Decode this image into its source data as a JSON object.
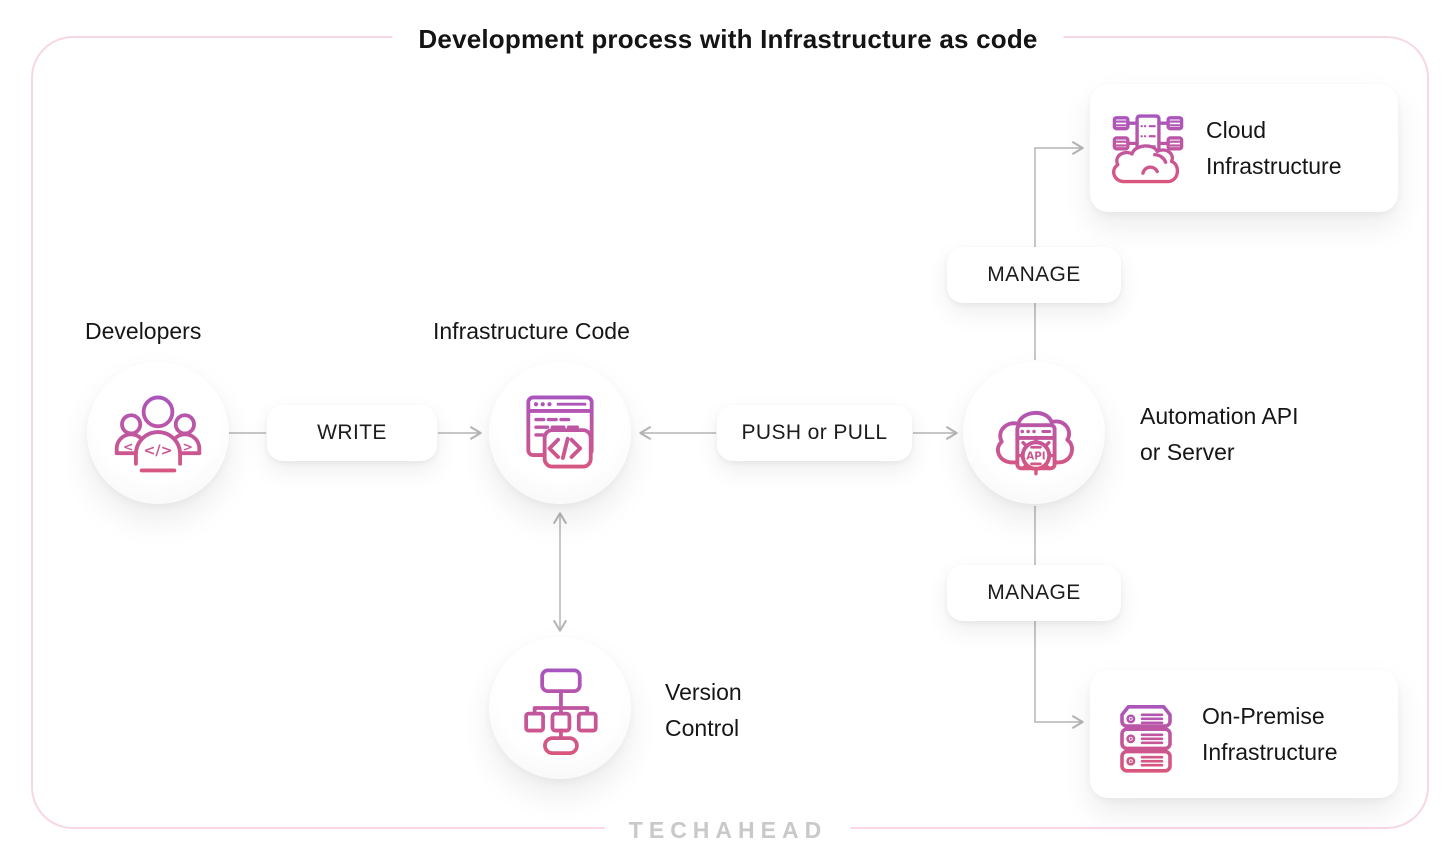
{
  "title": "Development process with Infrastructure as code",
  "watermark": "TECHAHEAD",
  "colors": {
    "gradient_top": "#a855c0",
    "gradient_bottom": "#d9577d",
    "frame_border": "#f7d8e2",
    "connector_gray": "#b5b5b5",
    "text_dark": "#161616",
    "watermark_gray": "#c9c9c9",
    "surface_white": "#ffffff"
  },
  "nodes": {
    "developers": {
      "label": "Developers",
      "icon": "developers-icon"
    },
    "infrastructure_code": {
      "label": "Infrastructure Code",
      "icon": "infrastructure-code-icon"
    },
    "automation_api": {
      "line1": "Automation API",
      "line2": "or Server",
      "icon": "automation-api-cloud-icon"
    },
    "version_control": {
      "line1": "Version",
      "line2": "Control",
      "icon": "version-control-icon"
    },
    "cloud_infrastructure": {
      "line1": "Cloud",
      "line2": "Infrastructure",
      "icon": "cloud-servers-icon"
    },
    "on_premise": {
      "line1": "On-Premise",
      "line2": "Infrastructure",
      "icon": "server-rack-icon"
    }
  },
  "edges": {
    "write": "WRITE",
    "push_or_pull": "PUSH or PULL",
    "manage_top": "MANAGE",
    "manage_bottom": "MANAGE"
  }
}
